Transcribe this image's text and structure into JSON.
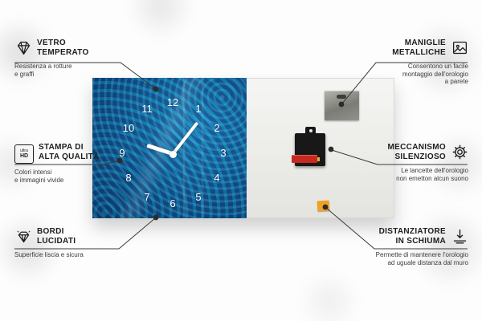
{
  "clock": {
    "numbers": [
      "12",
      "1",
      "2",
      "3",
      "4",
      "5",
      "6",
      "7",
      "8",
      "9",
      "10",
      "11"
    ]
  },
  "callouts": [
    {
      "id": "vetro-temperato",
      "title": "VETRO\nTEMPERATO",
      "subtitle": "Resistenza a rotture\ne graffi",
      "icon": "diamond-icon"
    },
    {
      "id": "stampa-alta-qualita",
      "title": "STAMPA DI\nALTA QUALITÀ",
      "subtitle": "Colori intensi\ne immagini vivide",
      "icon": "ultra-hd-icon",
      "icon_label_top": "ultra",
      "icon_label_bottom": "HD"
    },
    {
      "id": "bordi-lucidati",
      "title": "BORDI\nLUCIDATI",
      "subtitle": "Superficie liscia e sicura",
      "icon": "gem-icon"
    },
    {
      "id": "maniglie-metalliche",
      "title": "MANIGLIE\nMETALLICHE",
      "subtitle": "Consentono un facile\nmontaggio dell'orologio\na parete",
      "icon": "picture-icon"
    },
    {
      "id": "meccanismo-silenzioso",
      "title": "MECCANISMO\nSILENZIOSO",
      "subtitle": "Le lancette dell'orologio\nnon emetton alcun suono",
      "icon": "gear-icon"
    },
    {
      "id": "distanziatore-schiuma",
      "title": "DISTANZIATORE\nIN SCHIUMA",
      "subtitle": "Permette di mantenere l'orologio\nad uguale distanza dal muro",
      "icon": "spacer-icon"
    }
  ],
  "colors": {
    "clock_face_blue": "#13599a",
    "back_panel": "#ebebe7",
    "foam_orange": "#f2a024",
    "battery_red": "#c8281e",
    "line": "#3a3a3a"
  }
}
